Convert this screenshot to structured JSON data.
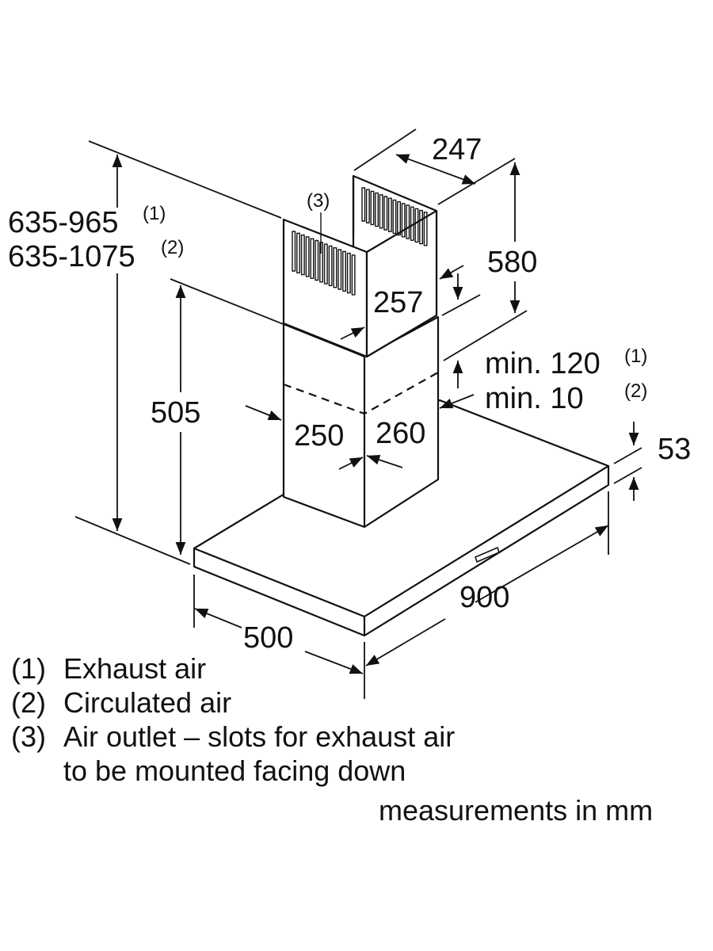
{
  "dimensions": {
    "total_height": "635-965",
    "total_height_note": "(1)",
    "total_height_alt": "635-1075",
    "total_height_alt_note": "(2)",
    "lower_chimney": "505",
    "chimney_depth_top": "247",
    "upper_chimney": "580",
    "overlap": "257",
    "min_exhaust": "min. 120",
    "min_exhaust_note": "(1)",
    "min_circulated": "min. 10",
    "min_circulated_note": "(2)",
    "chimney_width_left": "250",
    "chimney_width_right": "260",
    "hood_thickness": "53",
    "hood_width": "900",
    "hood_depth": "500",
    "outlet_callout": "(3)"
  },
  "legend": [
    {
      "key": "(1)",
      "text": "Exhaust air"
    },
    {
      "key": "(2)",
      "text": "Circulated air"
    },
    {
      "key": "(3)",
      "text": "Air outlet – slots for exhaust air"
    },
    {
      "key": "",
      "text": "to be mounted facing down"
    }
  ],
  "units_note": "measurements in mm",
  "colors": {
    "line": "#111111",
    "background": "#ffffff"
  }
}
